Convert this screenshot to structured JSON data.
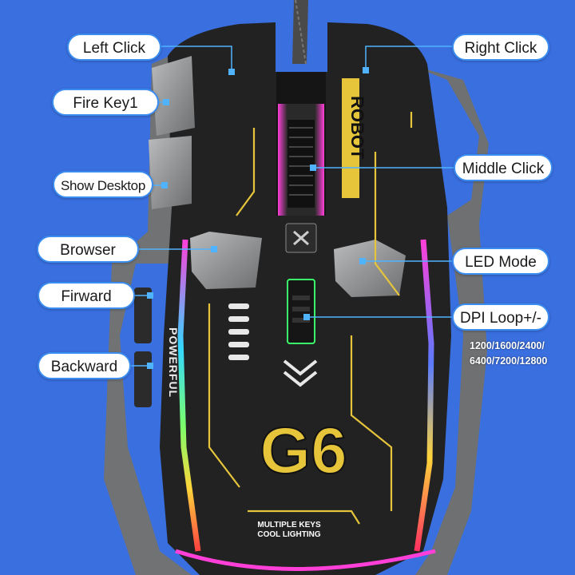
{
  "labels": {
    "left_click": "Left Click",
    "right_click": "Right Click",
    "fire_key": "Fire Key1",
    "show_desktop": "Show Desktop",
    "middle_click": "Middle Click",
    "browser": "Browser",
    "led_mode": "LED Mode",
    "forward": "Firward",
    "dpi_loop": "DPI Loop+/-",
    "backward": "Backward"
  },
  "dpi_values": [
    "1200/1600/2400/",
    "6400/7200/12800"
  ],
  "mouse_text": {
    "robot": "ROBOT",
    "powerful": "POWERFUL",
    "model": "G6",
    "tagline_1": "MULTIPLE KEYS",
    "tagline_2": "COOL LIGHTING"
  },
  "colors": {
    "background": "#3a6fe0",
    "mouse_body": "#232323",
    "panel_gray": "#8e9092",
    "accent_yellow": "#e6c53b",
    "rgb_pink": "#ff3fd8",
    "rgb_cyan": "#34d8ff",
    "callout_line": "#4fb3ff"
  }
}
